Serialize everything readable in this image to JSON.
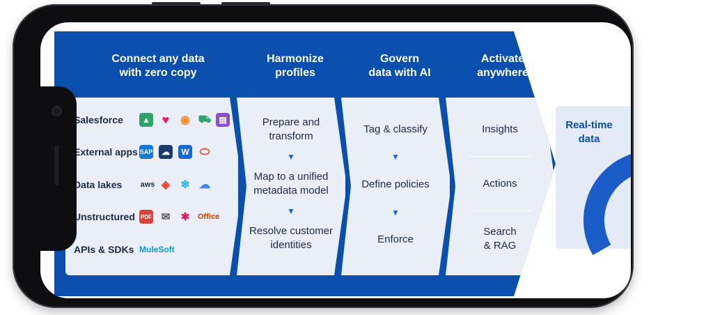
{
  "columns": [
    {
      "header": "Connect any data\nwith zero copy"
    },
    {
      "header": "Harmonize\nprofiles",
      "steps": [
        "Prepare and\ntransform",
        "Map to a unified\nmetadata model",
        "Resolve customer\nidentities"
      ]
    },
    {
      "header": "Govern\ndata with AI",
      "steps": [
        "Tag & classify",
        "Define policies",
        "Enforce"
      ]
    },
    {
      "header": "Activate\nanywhere",
      "steps": [
        "Insights",
        "Actions",
        "Search\n& RAG"
      ]
    }
  ],
  "sources": [
    {
      "label": "Salesforce",
      "icons": [
        "analytics-icon",
        "heart-icon",
        "search-person-icon",
        "cart-icon",
        "app-icon"
      ]
    },
    {
      "label": "External apps",
      "icons": [
        "sap-icon",
        "cloud-icon",
        "workday-icon",
        "oracle-icon"
      ]
    },
    {
      "label": "Data lakes",
      "icons": [
        "aws-icon",
        "databricks-icon",
        "snowflake-icon",
        "google-cloud-icon"
      ]
    },
    {
      "label": "Unstructured",
      "icons": [
        "pdf-icon",
        "email-icon",
        "slack-icon",
        "office-icon"
      ],
      "office_text": "Office"
    },
    {
      "label": "APIs & SDKs",
      "icons": [
        "mulesoft-icon"
      ],
      "mulesoft_text": "MuleSoft"
    }
  ],
  "realtime": "Real-time\ndata",
  "colors": {
    "brand": "#0b4fae",
    "card": "#e9eef7",
    "accent": "#1a63d8"
  }
}
